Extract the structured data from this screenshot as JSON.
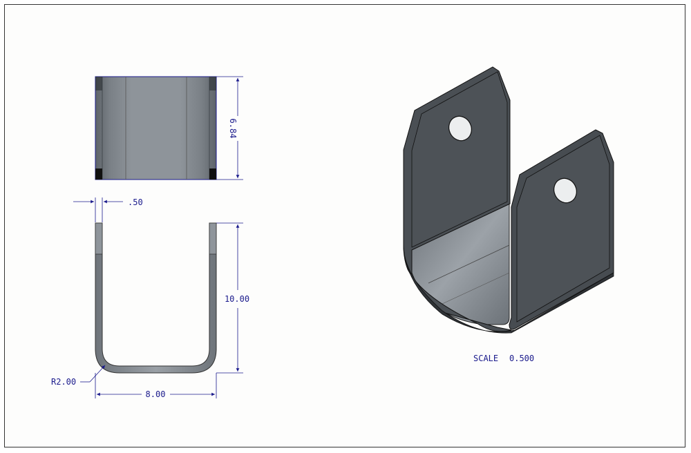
{
  "drawing": {
    "dimensions": {
      "height_top": "6.84",
      "thickness": ".50",
      "leg_height": "10.00",
      "bend_radius": "R2.00",
      "width": "8.00"
    },
    "scale_label": "SCALE",
    "scale_value": "0.500"
  },
  "colors": {
    "dimension": "#1a1a8c",
    "part_dark": "#4a4f54",
    "part_mid": "#6d7379",
    "part_light": "#9aa0a6",
    "edge": "#111111"
  }
}
